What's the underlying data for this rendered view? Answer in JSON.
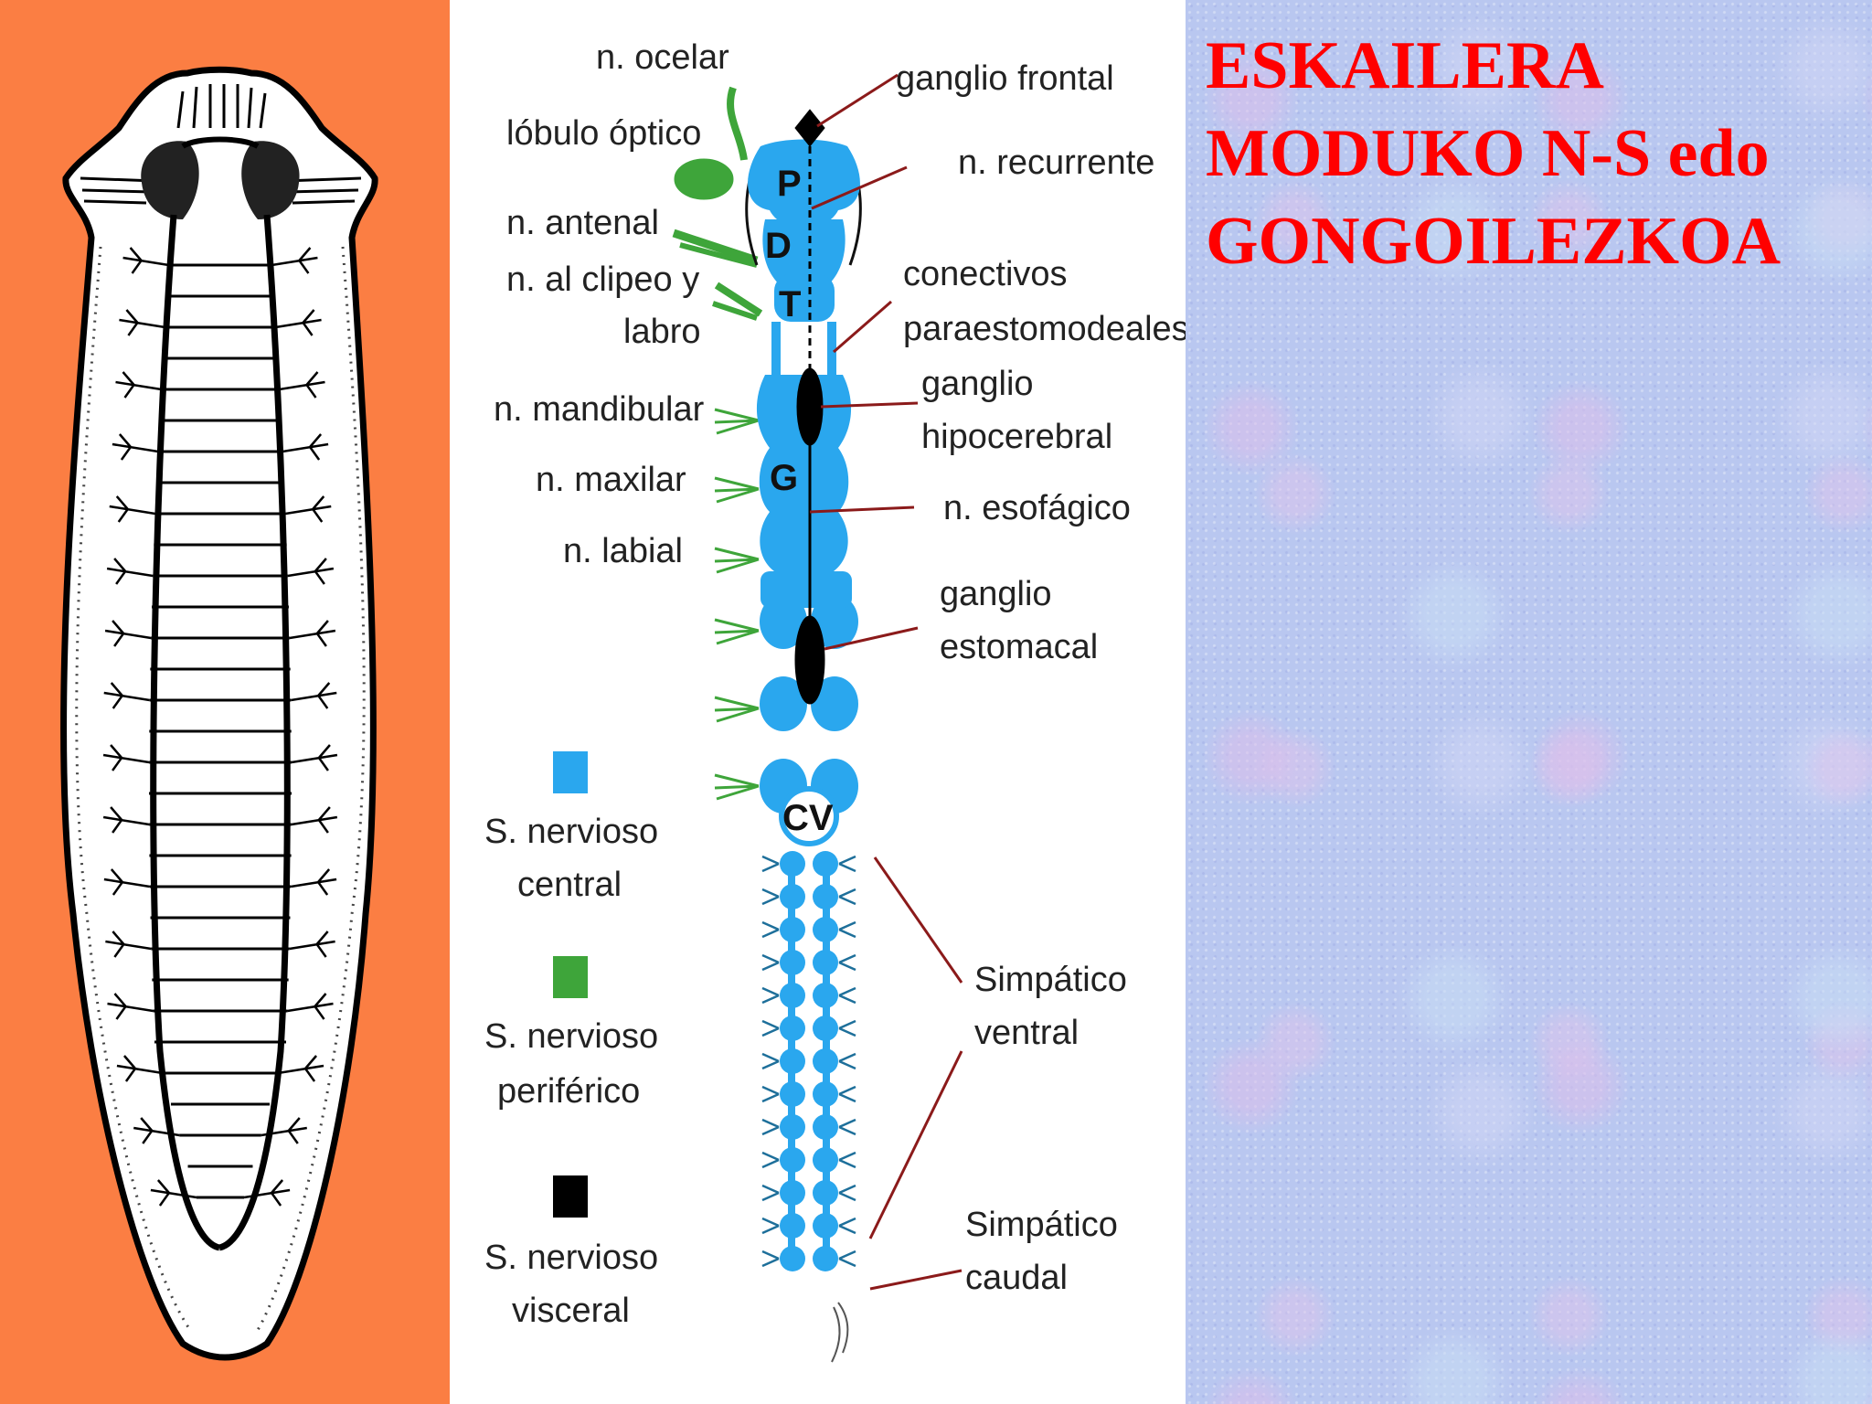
{
  "title": {
    "lines": [
      "ESKAILERA",
      "MODUKO N-S edo",
      "GONGOILEZKOA"
    ],
    "color": "#ff0000"
  },
  "colors": {
    "left_background": "#fb7e43",
    "central_nervous_system": "#2aa7ee",
    "peripheral_nervous_system": "#3ea53a",
    "visceral_nervous_system": "#000000",
    "leader_lines": "#8b1a1a"
  },
  "diagram": {
    "segment_letters": {
      "p": "P",
      "d": "D",
      "t": "T",
      "g": "G",
      "cv": "CV"
    },
    "left_labels": {
      "ocelar": "n. ocelar",
      "optico": "lóbulo óptico",
      "antenal": "n. antenal",
      "clipeo_1": "n. al clipeo y",
      "clipeo_2": "labro",
      "mandibular": "n. mandibular",
      "maxilar": "n. maxilar",
      "labial": "n. labial"
    },
    "right_labels": {
      "frontal": "ganglio frontal",
      "recurrente": "n. recurrente",
      "conectivos_1": "conectivos",
      "conectivos_2": "paraestomodeales",
      "hipocerebral_1": "ganglio",
      "hipocerebral_2": "hipocerebral",
      "esofagico": "n. esofágico",
      "estomacal_1": "ganglio",
      "estomacal_2": "estomacal",
      "simpatico_ventral_1": "Simpático",
      "simpatico_ventral_2": "ventral",
      "simpatico_caudal_1": "Simpático",
      "simpatico_caudal_2": "caudal"
    },
    "legend": {
      "central": [
        "S. nervioso",
        "central"
      ],
      "periferico": [
        "S. nervioso",
        "periférico"
      ],
      "visceral": [
        "S. nervioso",
        "visceral"
      ]
    }
  }
}
